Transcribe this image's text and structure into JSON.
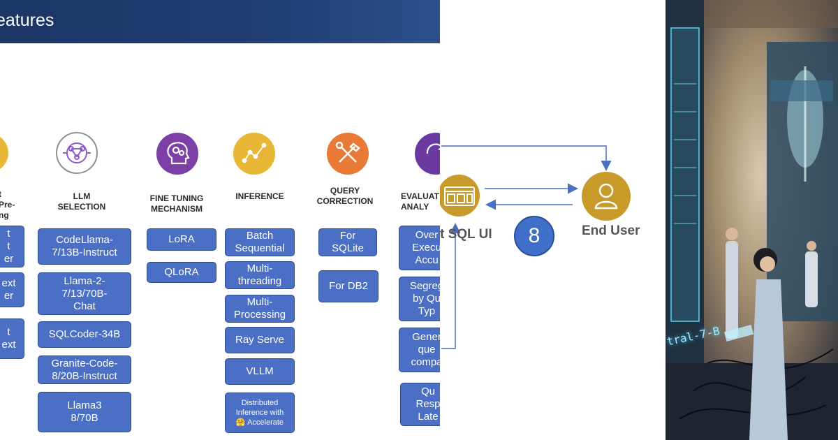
{
  "slide": {
    "header_title": "eatures",
    "columns": [
      {
        "id": "partial-left",
        "heading": "t\nPre-\nng",
        "icon": "document-icon",
        "color": "#e8b735",
        "items": [
          "t\nt\ner",
          "ext\ner",
          "t\next"
        ]
      },
      {
        "id": "llm-selection",
        "heading": "LLM\nSELECTION",
        "icon": "neural-brain-icon",
        "color": "#ffffff",
        "items": [
          "CodeLlama-\n7/13B-Instruct",
          "Llama-2-\n7/13/70B-\nChat",
          "SQLCoder-34B",
          "Granite-Code-\n8/20B-Instruct",
          "Llama3\n8/70B"
        ]
      },
      {
        "id": "fine-tuning",
        "heading": "FINE TUNING\nMECHANISM",
        "icon": "head-gears-icon",
        "color": "#7b3fa6",
        "items": [
          "LoRA",
          "QLoRA"
        ]
      },
      {
        "id": "inference",
        "heading": "INFERENCE",
        "icon": "chart-trend-icon",
        "color": "#e8b735",
        "items": [
          "Batch\nSequential",
          "Multi-\nthreading",
          "Multi-\nProcessing",
          "Ray Serve",
          "VLLM",
          "Distributed\nInference with\n🤗 Accelerate"
        ]
      },
      {
        "id": "query-correction",
        "heading": "QUERY\nCORRECTION",
        "icon": "tools-icon",
        "color": "#e87a36",
        "items": [
          "For\nSQLite",
          "For DB2"
        ]
      },
      {
        "id": "evaluation",
        "heading": "EVALUAT\nANALY",
        "icon": "refresh-icon",
        "color": "#6a3aa0",
        "items": [
          "Over\nExecu\nAccu",
          "Segreg\nby Qu\nTyp",
          "Gener\nque\ncompa",
          "Qu\nResp\nLate"
        ]
      }
    ]
  },
  "flow": {
    "sql_label": "t SQL UI",
    "step_number": "8",
    "end_user_label": "End User",
    "colors": {
      "gold": "#c79a2a",
      "blue": "#3f6fc8",
      "arrow": "#4a6fc4"
    }
  },
  "art": {
    "caption": "tral-7-B"
  }
}
